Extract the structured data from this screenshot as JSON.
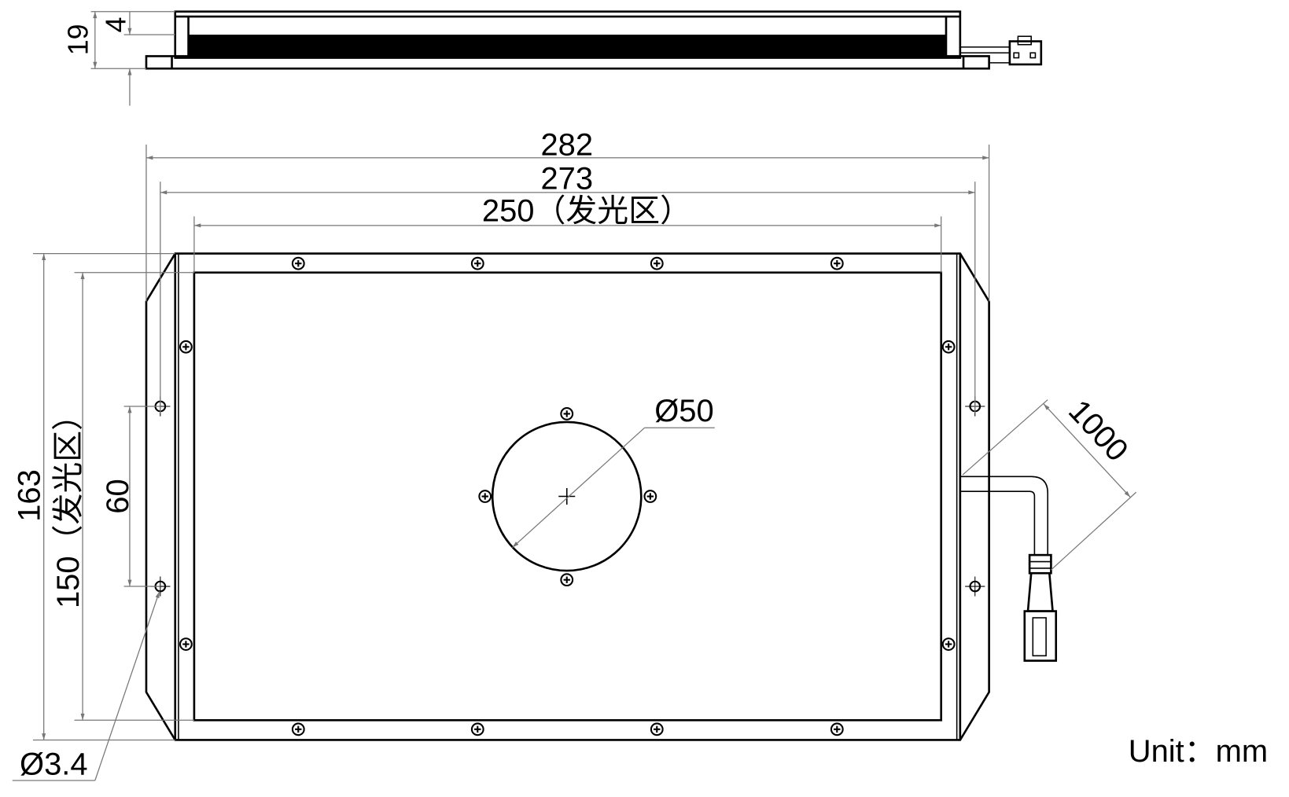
{
  "drawing": {
    "top_view": {
      "height_total": "19",
      "height_step": "4"
    },
    "front_view": {
      "width_overall": "282",
      "width_mounting": "273",
      "width_emitting": "250（发光区）",
      "height_overall": "163",
      "height_emitting": "150（发光区）",
      "hole_spacing": "60",
      "center_hole": "Ø50",
      "mount_hole": "Ø3.4",
      "cable_length": "1000"
    },
    "unit_label": "Unit：mm",
    "colors": {
      "line": "#000000",
      "dimension": "#777777"
    }
  }
}
